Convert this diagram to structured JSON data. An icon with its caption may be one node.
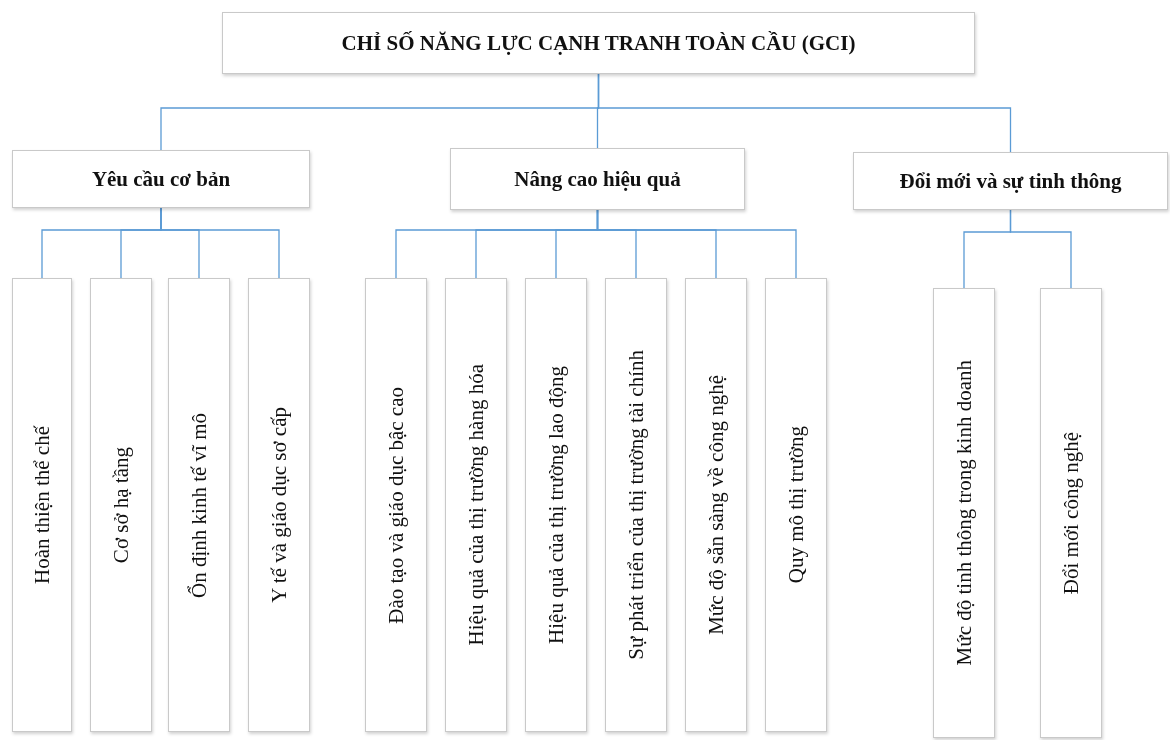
{
  "diagram": {
    "nodes": [
      {
        "text": [
          "CHỈ SỐ NĂNG LỰC CẠNH TRANH TOÀN CẦU (GCI)"
        ]
      },
      {
        "text": [
          "Yêu cầu cơ bản"
        ]
      },
      {
        "text": [
          "Nâng cao hiệu quả"
        ]
      },
      {
        "text": [
          "Đổi mới và sự tinh thông"
        ]
      },
      {
        "text": [
          "Hoàn thiện thể chế"
        ]
      },
      {
        "text": [
          "Cơ sở hạ tầng"
        ]
      },
      {
        "text": [
          "Ổn định kinh tế vĩ mô"
        ]
      },
      {
        "text": [
          "Y tế và giáo dục sơ cấp"
        ]
      },
      {
        "text": [
          "Đào tạo và giáo dục bậc cao"
        ]
      },
      {
        "text": [
          "Hiệu quả của thị trường hàng hóa"
        ]
      },
      {
        "text": [
          "Hiệu quả của thị trường lao động"
        ]
      },
      {
        "text": [
          "Sự phát triển của thị trường tài chính"
        ]
      },
      {
        "text": [
          "Mức độ sẵn sàng về công nghệ"
        ]
      },
      {
        "text": [
          "Quy mô thị trường"
        ]
      },
      {
        "text": [
          "Mức độ tinh thông trong kinh doanh"
        ]
      },
      {
        "text": [
          "Đổi mới công nghệ"
        ]
      }
    ],
    "edges": [
      {
        "from": 0,
        "to": 1,
        "arrow": "none"
      },
      {
        "from": 0,
        "to": 2,
        "arrow": "none"
      },
      {
        "from": 0,
        "to": 3,
        "arrow": "none"
      },
      {
        "from": 1,
        "to": 4,
        "arrow": "none"
      },
      {
        "from": 1,
        "to": 5,
        "arrow": "none"
      },
      {
        "from": 1,
        "to": 6,
        "arrow": "none"
      },
      {
        "from": 1,
        "to": 7,
        "arrow": "none"
      },
      {
        "from": 2,
        "to": 8,
        "arrow": "none"
      },
      {
        "from": 2,
        "to": 9,
        "arrow": "none"
      },
      {
        "from": 2,
        "to": 10,
        "arrow": "none"
      },
      {
        "from": 2,
        "to": 11,
        "arrow": "none"
      },
      {
        "from": 2,
        "to": 12,
        "arrow": "none"
      },
      {
        "from": 2,
        "to": 13,
        "arrow": "none"
      },
      {
        "from": 3,
        "to": 14,
        "arrow": "none"
      },
      {
        "from": 3,
        "to": 15,
        "arrow": "none"
      }
    ]
  }
}
